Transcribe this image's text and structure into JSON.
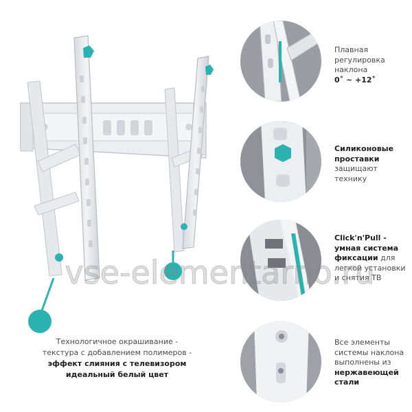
{
  "caption": {
    "line1": "Технологичное окрашивание -",
    "line2": "текстура с добавлением полимеров -",
    "line3_bold": "эффект слияния с телевизором",
    "line4_bold": "идеальный белый цвет"
  },
  "features": [
    {
      "lines": [
        {
          "t": "Плавная",
          "b": false
        },
        {
          "t": "регулировка",
          "b": false
        },
        {
          "t": "наклона",
          "b": false
        },
        {
          "t": "0˚ ~ +12˚",
          "b": true
        }
      ]
    },
    {
      "lines": [
        {
          "t": "Силиконовые",
          "b": true
        },
        {
          "t": "проставки",
          "b": true
        },
        {
          "t": "защищают",
          "b": false
        },
        {
          "t": "технику",
          "b": false
        }
      ]
    },
    {
      "lines": [
        {
          "t": "Click'n'Pull -",
          "b": true
        },
        {
          "t": "умная система",
          "b": true
        },
        {
          "t": "фиксации",
          "b": true,
          "rest": " для"
        },
        {
          "t": "легкой установки",
          "b": false
        },
        {
          "t": "и снятия ТВ",
          "b": false
        }
      ]
    },
    {
      "lines": [
        {
          "t": "Все элементы",
          "b": false
        },
        {
          "t": "системы наклона",
          "b": false
        },
        {
          "t": "выполнены из",
          "b": false
        },
        {
          "t": "нержавеющей",
          "b": true
        },
        {
          "t": "стали",
          "b": true
        }
      ]
    }
  ],
  "watermark": "vse-elementarno.ru",
  "colors": {
    "accent": "#2bb3b1",
    "metal": "#e9ebee",
    "metal_shadow": "#c9ccd2",
    "text": "#4a4a4a"
  }
}
